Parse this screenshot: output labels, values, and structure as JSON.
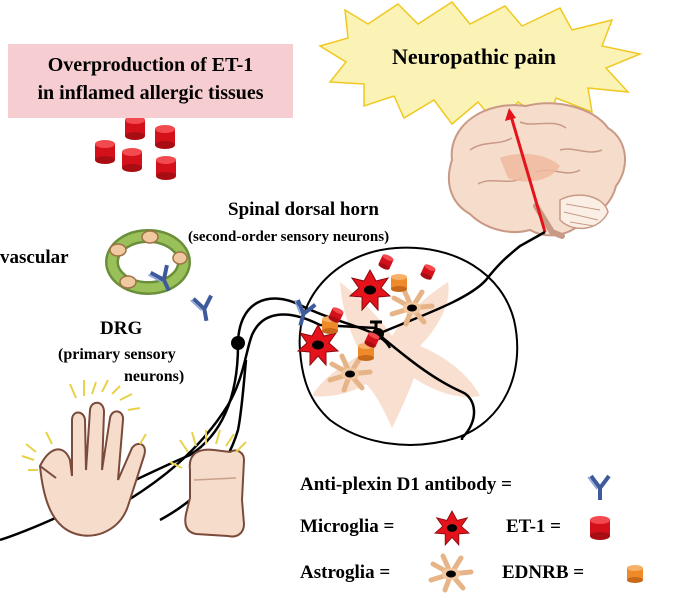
{
  "cause": {
    "line1": "Overproduction of ET-1",
    "line2": "in inflamed allergic tissues"
  },
  "outcome": "Neuropathic pain",
  "spinal": {
    "title": "Spinal dorsal horn",
    "subtitle": "(second-order sensory neurons)"
  },
  "vascular": "vascular",
  "drg": {
    "title": "DRG",
    "line1": "(primary sensory",
    "line2": "neurons)"
  },
  "legend": {
    "antibody": "Anti-plexin D1 antibody =",
    "microglia": "Microglia =",
    "et1": "ET-1 =",
    "astroglia": "Astroglia =",
    "ednrb": "EDNRB ="
  },
  "colors": {
    "et1_red": "#e4121b",
    "ednrb_orange": "#ee8a2a",
    "antibody_blue": "#3f5a9c",
    "brain_peach": "#f6dccb",
    "box_pink": "#f6cdd0",
    "burst_yellow": "#fbf3b6"
  },
  "icons": [
    "et1-cylinder-icon",
    "microglia-icon",
    "astroglia-icon",
    "antibody-icon",
    "ednrb-cylinder-icon",
    "brain-icon",
    "hand-icon",
    "foot-icon",
    "spinal-cord-icon",
    "blood-vessel-icon"
  ]
}
